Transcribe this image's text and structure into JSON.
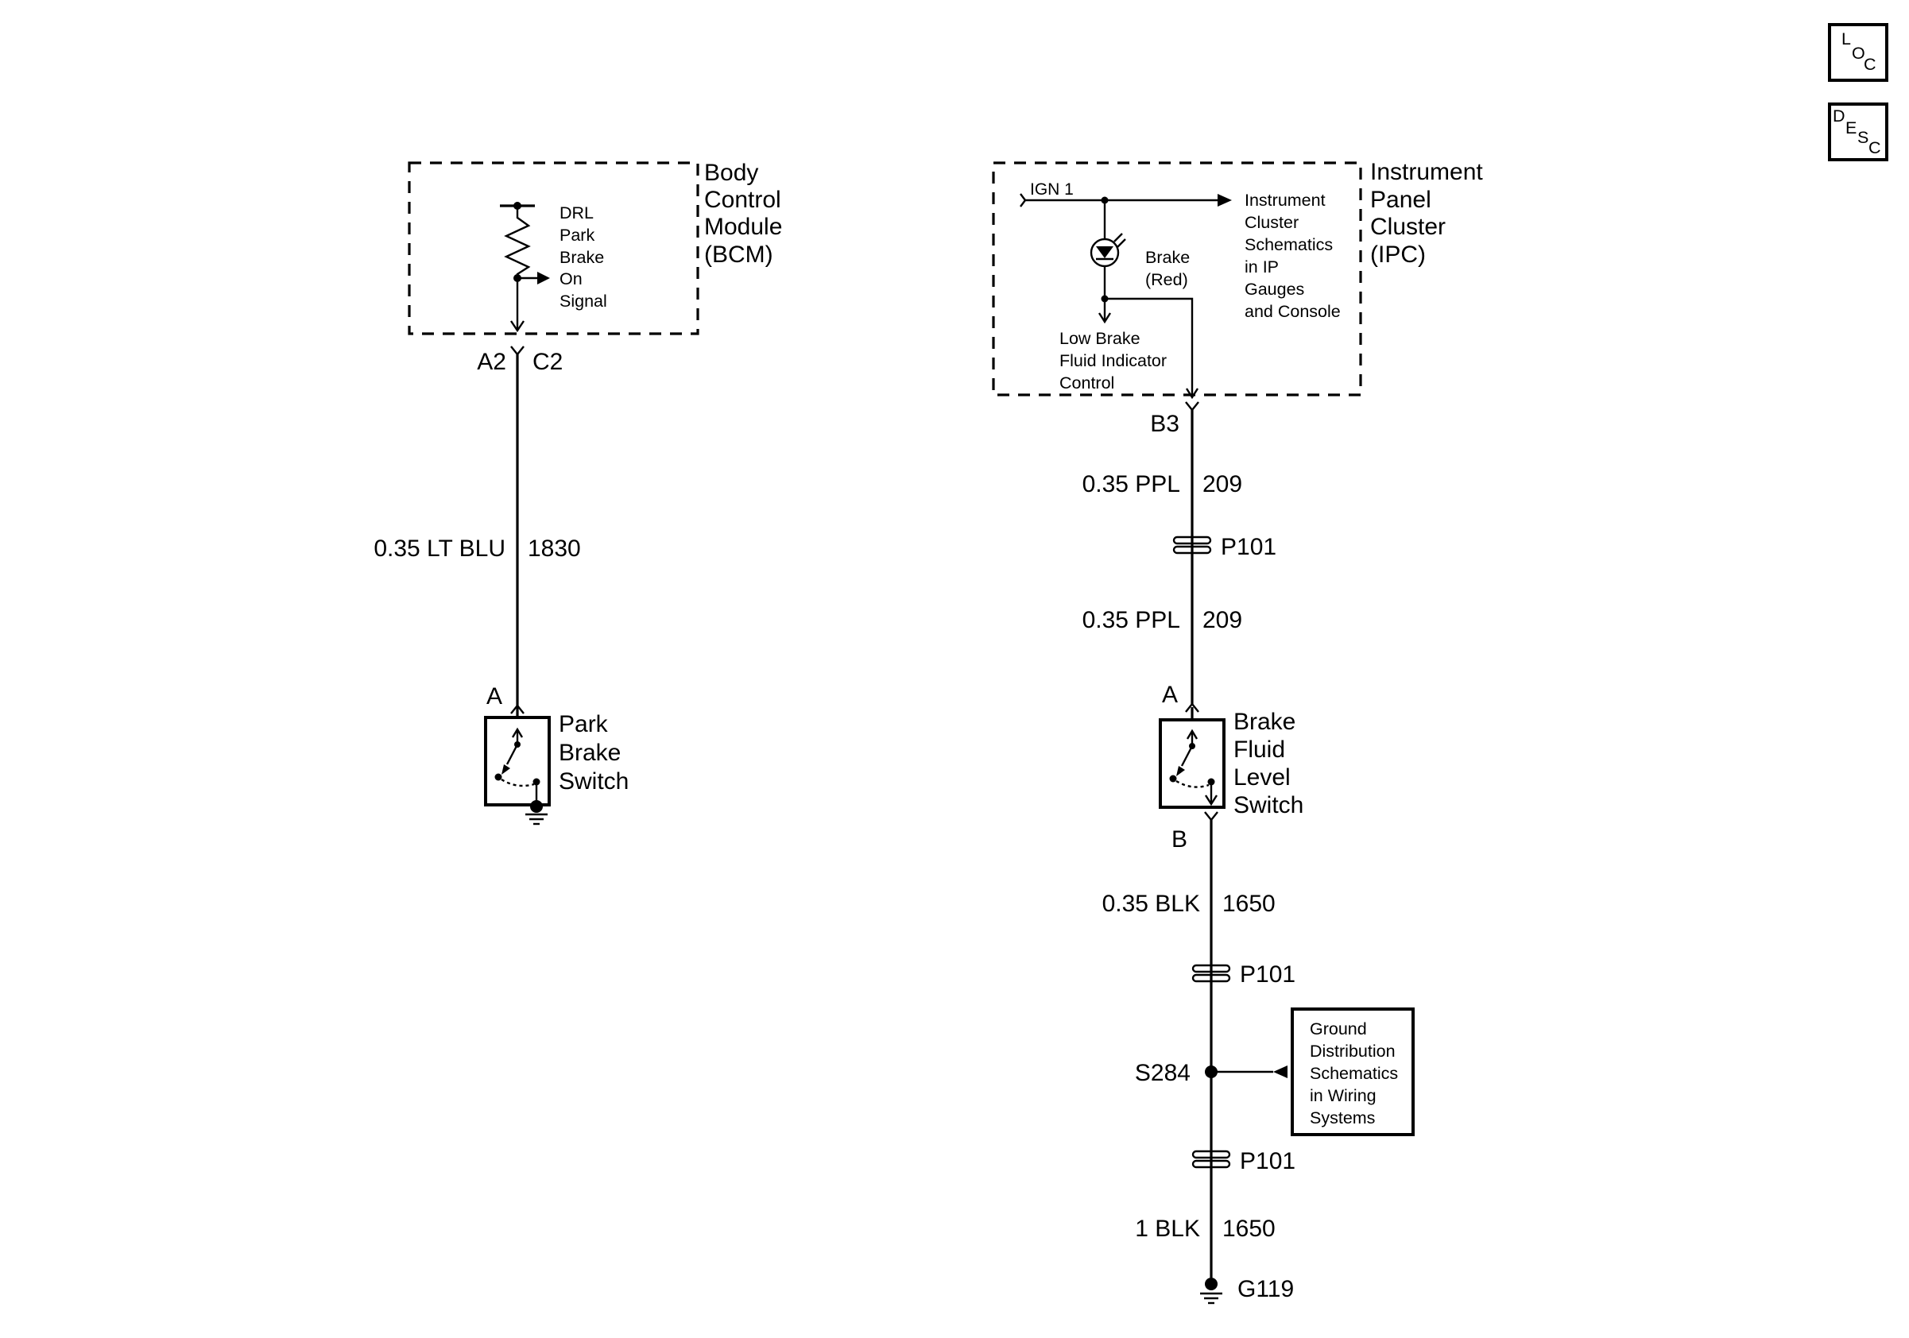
{
  "nav": {
    "loc_letters": [
      "L",
      "O",
      "C"
    ],
    "desc_letters": [
      "D",
      "E",
      "S",
      "C"
    ]
  },
  "bcm": {
    "title_lines": [
      "Body",
      "Control",
      "Module",
      "(BCM)"
    ],
    "signal_lines": [
      "DRL",
      "Park",
      "Brake",
      "On",
      "Signal"
    ],
    "connector_a": "A2",
    "connector_c": "C2"
  },
  "left_wire": {
    "gauge_color": "0.35 LT BLU",
    "circuit": "1830"
  },
  "park_switch": {
    "pin": "A",
    "label_lines": [
      "Park",
      "Brake",
      "Switch"
    ]
  },
  "ipc": {
    "title_lines": [
      "Instrument",
      "Panel",
      "Cluster",
      "(IPC)"
    ],
    "ign_label": "IGN 1",
    "ref_lines": [
      "Instrument",
      "Cluster",
      "Schematics",
      "in IP",
      "Gauges",
      "and Console"
    ],
    "lamp_lines": [
      "Brake",
      "(Red)"
    ],
    "control_lines": [
      "Low Brake",
      "Fluid Indicator",
      "Control"
    ],
    "connector": "B3"
  },
  "right_wire": {
    "seg1": {
      "gauge_color": "0.35 PPL",
      "circuit": "209"
    },
    "connector1": "P101",
    "seg2": {
      "gauge_color": "0.35 PPL",
      "circuit": "209"
    },
    "switch_pin_a": "A",
    "switch_lines": [
      "Brake",
      "Fluid",
      "Level",
      "Switch"
    ],
    "switch_pin_b": "B",
    "seg3": {
      "gauge_color": "0.35 BLK",
      "circuit": "1650"
    },
    "connector2": "P101",
    "splice": "S284",
    "ground_ref_lines": [
      "Ground",
      "Distribution",
      "Schematics",
      "in Wiring",
      "Systems"
    ],
    "connector3": "P101",
    "seg4": {
      "gauge_color": "1 BLK",
      "circuit": "1650"
    },
    "ground": "G119"
  }
}
